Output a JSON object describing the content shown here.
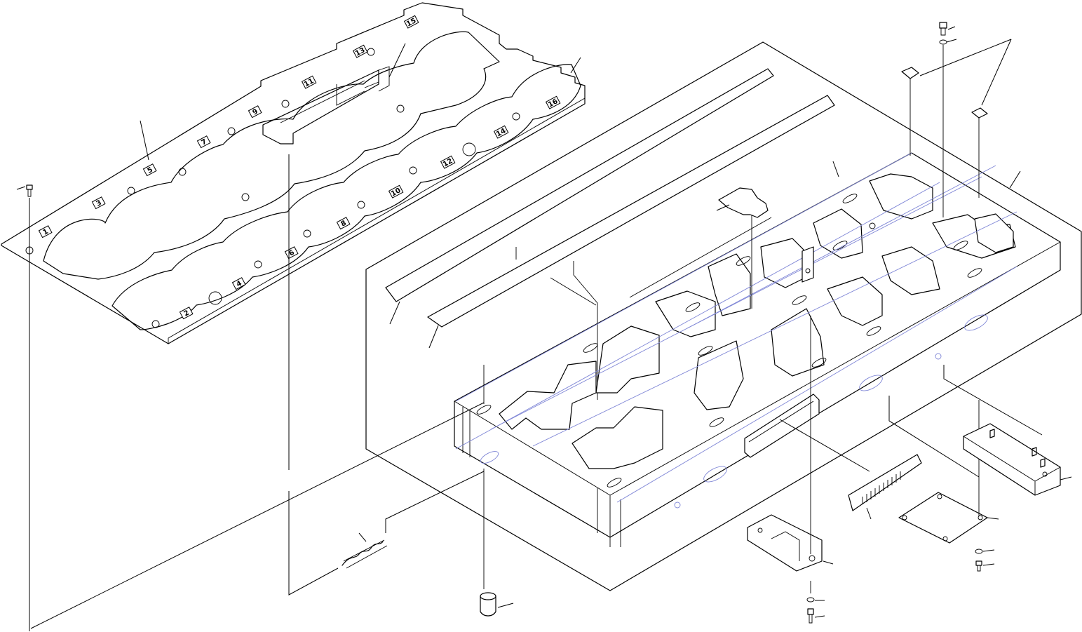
{
  "diagram": {
    "type": "exploded-parts-view",
    "accent_colors": {
      "outline": "#000000",
      "hidden_lines": "#7f86d6"
    },
    "plate_slot_labels": [
      "1",
      "2",
      "3",
      "4",
      "5",
      "6",
      "7",
      "8",
      "9",
      "10",
      "11",
      "12",
      "13",
      "14",
      "15",
      "16"
    ]
  }
}
